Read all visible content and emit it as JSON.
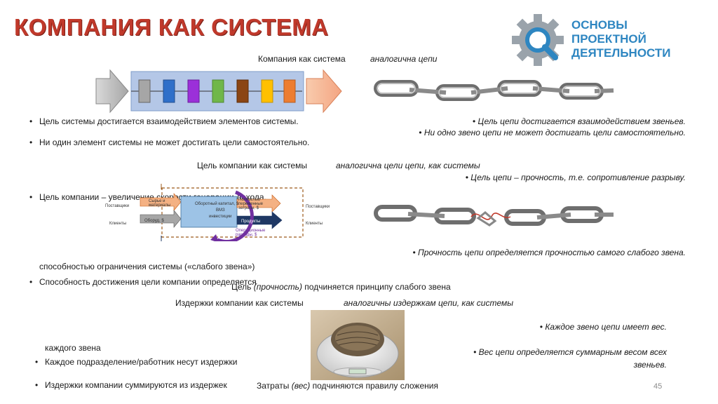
{
  "title": "КОМПАНИЯ КАК СИСТЕМА",
  "logo": {
    "line1": "ОСНОВЫ",
    "line2": "ПРОЕКТНОЙ",
    "line3": "ДЕЯТЕЛЬНОСТИ",
    "icon": "gear-magnifier-icon",
    "color": "#2e86c1"
  },
  "section1": {
    "left_head": "Компания как система",
    "right_head": "аналогична цепи",
    "left_bullets": [
      "Цель системы достигается взаимодействием элементов системы.",
      "Ни один элемент системы не может достигать цели самостоятельно."
    ],
    "right_bullets": [
      "Цель цепи достигается взаимодействием звеньев.",
      "Ни одно звено цепи не может достигать цели самостоятельно."
    ]
  },
  "section2": {
    "left_head": "Цель компании как системы",
    "right_head": "аналогична цели цепи, как системы",
    "left_bullet": "Цель компании – увеличение скорости генерации дохода.",
    "right_bullet": "Цель цепи – прочность, т.е. сопротивление разрыву.",
    "diagram": {
      "supplier_left": "Поставщики",
      "clients_left": "Клиенты",
      "raw": "Сырье и материалы",
      "equipment": "Оборуд. $",
      "capital": "Оборотный капитал, $",
      "vmz": "ВМЗ",
      "investments": "инвестиции",
      "variable_costs": "Полностью переменные затраты, $",
      "products": "Продукты",
      "operating": "Операционные расходы, $",
      "supplier_right": "Поставщики",
      "clients_right": "Клиенты"
    },
    "left_bullet2_line1": "Способность достижения цели компании определяется",
    "left_bullet2_line2": "способностью ограничения системы («слабого звена»)",
    "right_bullet2": "Прочность цепи определяется прочностью самого слабого звена."
  },
  "principle": {
    "before": "Цель ",
    "italic": "(прочность)",
    "after": " подчиняется принципу слабого звена"
  },
  "section3": {
    "left_head": "Издержки компании как системы",
    "right_head": "аналогичны издержкам цепи, как системы",
    "left_bullets": [
      "Каждое подразделение/работник несут издержки",
      "Издержки компании суммируются из издержек"
    ],
    "left_bullet2_cont": "каждого звена",
    "right_bullet1": "Каждое звено цепи имеет вес.",
    "right_bullet2_line1": "Вес цепи определяется суммарным весом всех",
    "right_bullet2_line2": "звеньев."
  },
  "footer": {
    "before": "Затраты ",
    "italic": "(вес)",
    "after": " подчиняются правилу сложения"
  },
  "page_number": "45"
}
